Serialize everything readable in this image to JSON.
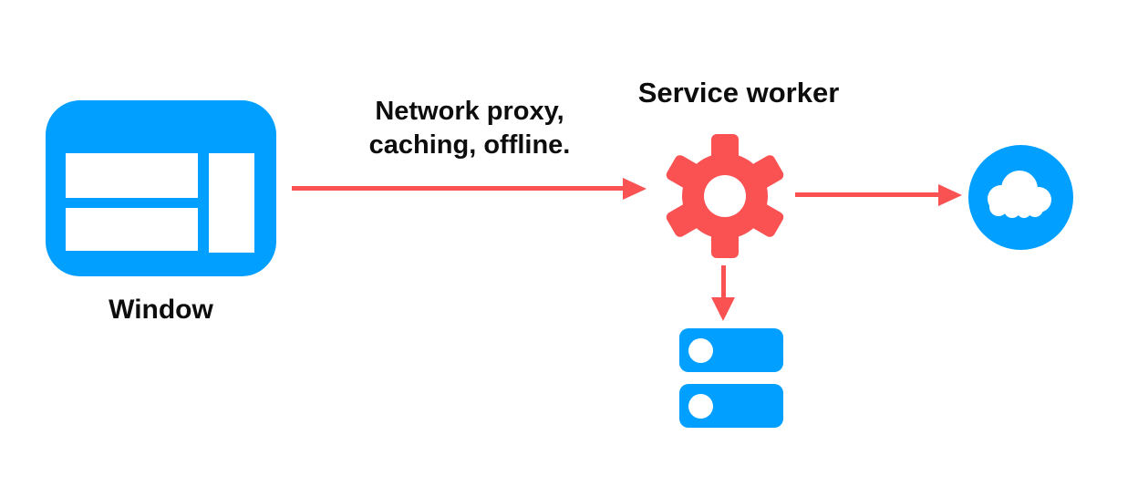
{
  "colors": {
    "blue": "#019FFF",
    "red": "#FA5252",
    "text": "#0d0d0d"
  },
  "diagram": {
    "window": {
      "label": "Window",
      "icon": "browser-window-icon"
    },
    "flow_window_to_worker": {
      "label_line1": "Network proxy,",
      "label_line2": "caching, offline."
    },
    "service_worker": {
      "label": "Service worker",
      "icon": "gear-icon"
    },
    "network": {
      "icon": "cloud-icon"
    },
    "storage": {
      "icon": "database-icon"
    }
  }
}
